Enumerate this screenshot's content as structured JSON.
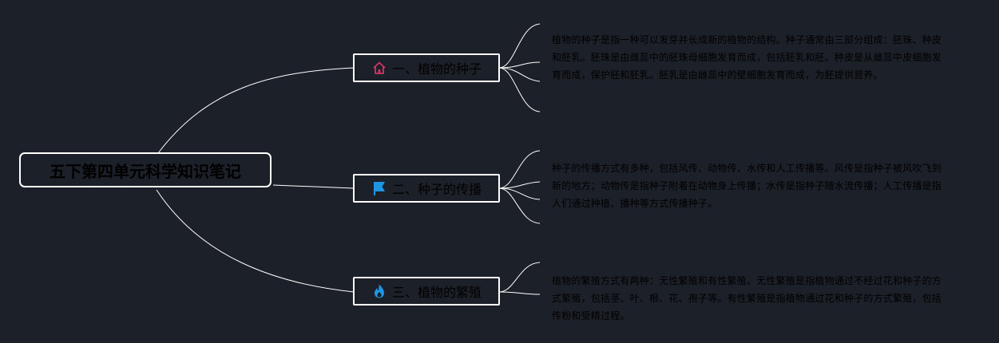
{
  "background_color": "#1c2028",
  "line_color": "#ffffff",
  "root": {
    "title": "五下第四单元科学知识笔记"
  },
  "topics": [
    {
      "label": "一、植物的种子",
      "icon": "home-icon",
      "icon_color": "#d2346a",
      "note": "植物的种子是指一种可以发芽并长成新的植物的结构。种子通常由三部分组成：胚珠、种皮和胚乳。胚珠是由雌蕊中的胚珠母细胞发育而成，包括胚乳和胚。种皮是从雌蕊中皮细胞发育而成，保护胚和胚乳。胚乳是由雌蕊中的壁细胞发育而成，为胚提供营养。"
    },
    {
      "label": "二、种子的传播",
      "icon": "flag-icon",
      "icon_color": "#1e96e6",
      "note": "种子的传播方式有多种，包括风传、动物传、水传和人工传播等。风传是指种子被风吹飞到新的地方；动物传是指种子附着在动物身上传播；水传是指种子随水流传播；人工传播是指人们通过种植、播种等方式传播种子。"
    },
    {
      "label": "三、植物的繁殖",
      "icon": "flame-icon",
      "icon_color": "#1e96e6",
      "note": "植物的繁殖方式有两种：无性繁殖和有性繁殖。无性繁殖是指植物通过不经过花和种子的方式繁殖，包括茎、叶、根、花、孢子等。有性繁殖是指植物通过花和种子的方式繁殖，包括传粉和受精过程。"
    }
  ]
}
